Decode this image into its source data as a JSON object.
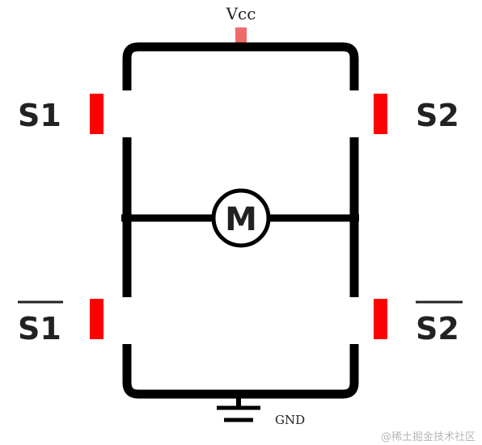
{
  "labels": {
    "vcc": "Vcc",
    "gnd": "GND",
    "motor": "M",
    "s1": "S1",
    "s2": "S2",
    "s1_bar": "S1",
    "s2_bar": "S2"
  },
  "watermark": "@稀土掘金技术社区",
  "colors": {
    "wire": "#000000",
    "switch": "#ff0000",
    "vcc_terminal": "#f06a6a",
    "text": "#222222",
    "watermark": "#b7b7b7"
  }
}
